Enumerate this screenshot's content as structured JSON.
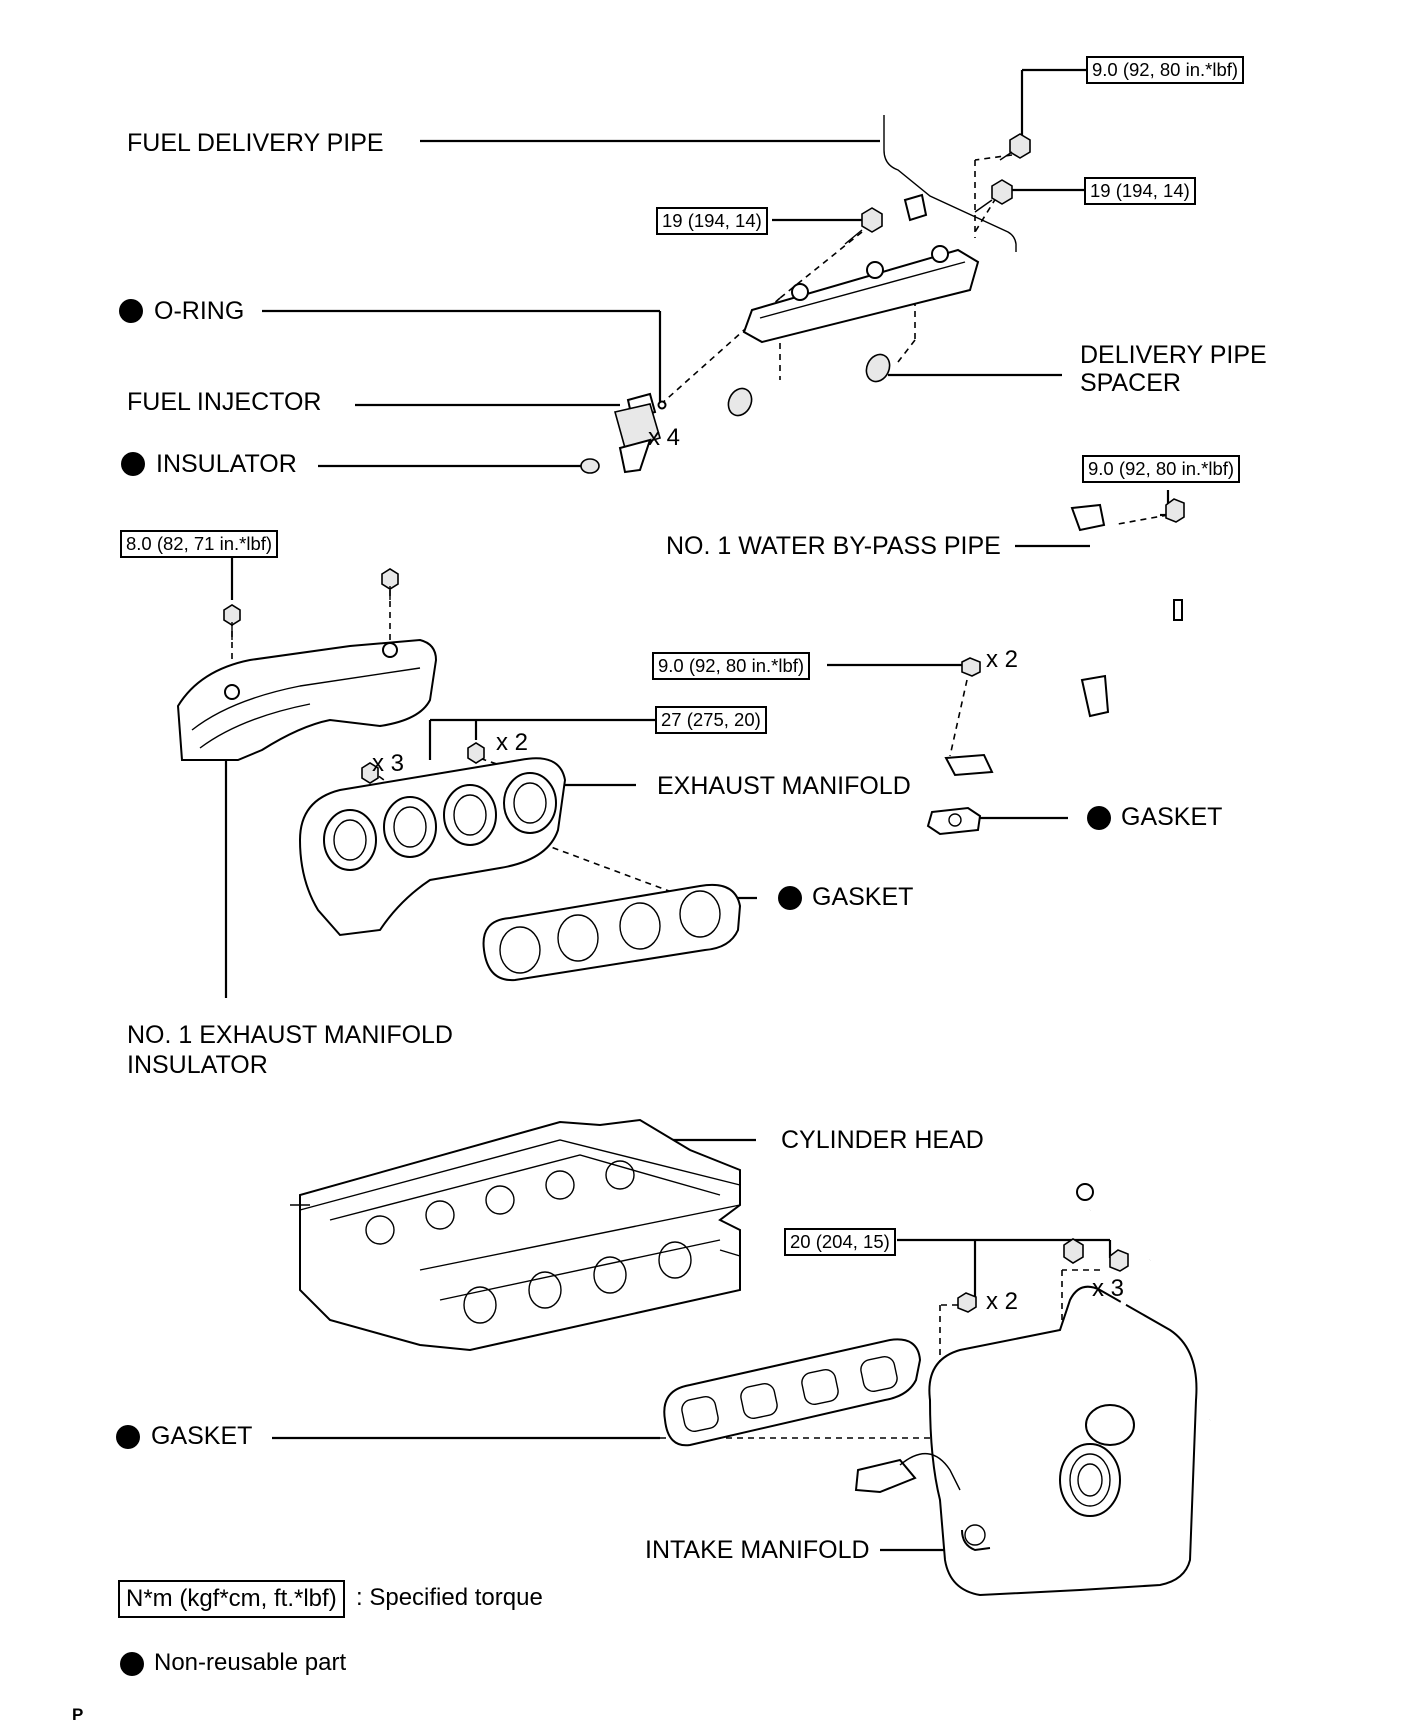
{
  "labels": {
    "fuel_delivery_pipe": "FUEL DELIVERY PIPE",
    "o_ring": "O-RING",
    "fuel_injector": "FUEL INJECTOR",
    "insulator": "INSULATOR",
    "delivery_pipe_spacer_1": "DELIVERY PIPE",
    "delivery_pipe_spacer_2": "SPACER",
    "water_bypass_pipe": "NO. 1 WATER BY-PASS PIPE",
    "exhaust_manifold": "EXHAUST MANIFOLD",
    "gasket_water": "GASKET",
    "gasket_exhaust": "GASKET",
    "exhaust_insulator_1": "NO. 1 EXHAUST MANIFOLD",
    "exhaust_insulator_2": "INSULATOR",
    "cylinder_head": "CYLINDER HEAD",
    "gasket_intake": "GASKET",
    "intake_manifold": "INTAKE MANIFOLD"
  },
  "torques": {
    "t1": "9.0 (92, 80 in.*lbf)",
    "t2": "19 (194, 14)",
    "t3": "19 (194, 14)",
    "t4": "9.0 (92, 80 in.*lbf)",
    "t5": "8.0 (82, 71 in.*lbf)",
    "t6": "9.0 (92, 80 in.*lbf)",
    "t7": "27 (275, 20)",
    "t8": "20 (204, 15)"
  },
  "counts": {
    "injector": "x 4",
    "water_nut": "x 2",
    "exh_bolt": "x 3",
    "exh_nut": "x 2",
    "intake_nut": "x 2",
    "intake_bolt": "x 3"
  },
  "legend": {
    "torque_unit": "N*m (kgf*cm, ft.*lbf)",
    "torque_text": ": Specified torque",
    "nonreusable_text": "Non-reusable part"
  },
  "corner_mark": "P"
}
